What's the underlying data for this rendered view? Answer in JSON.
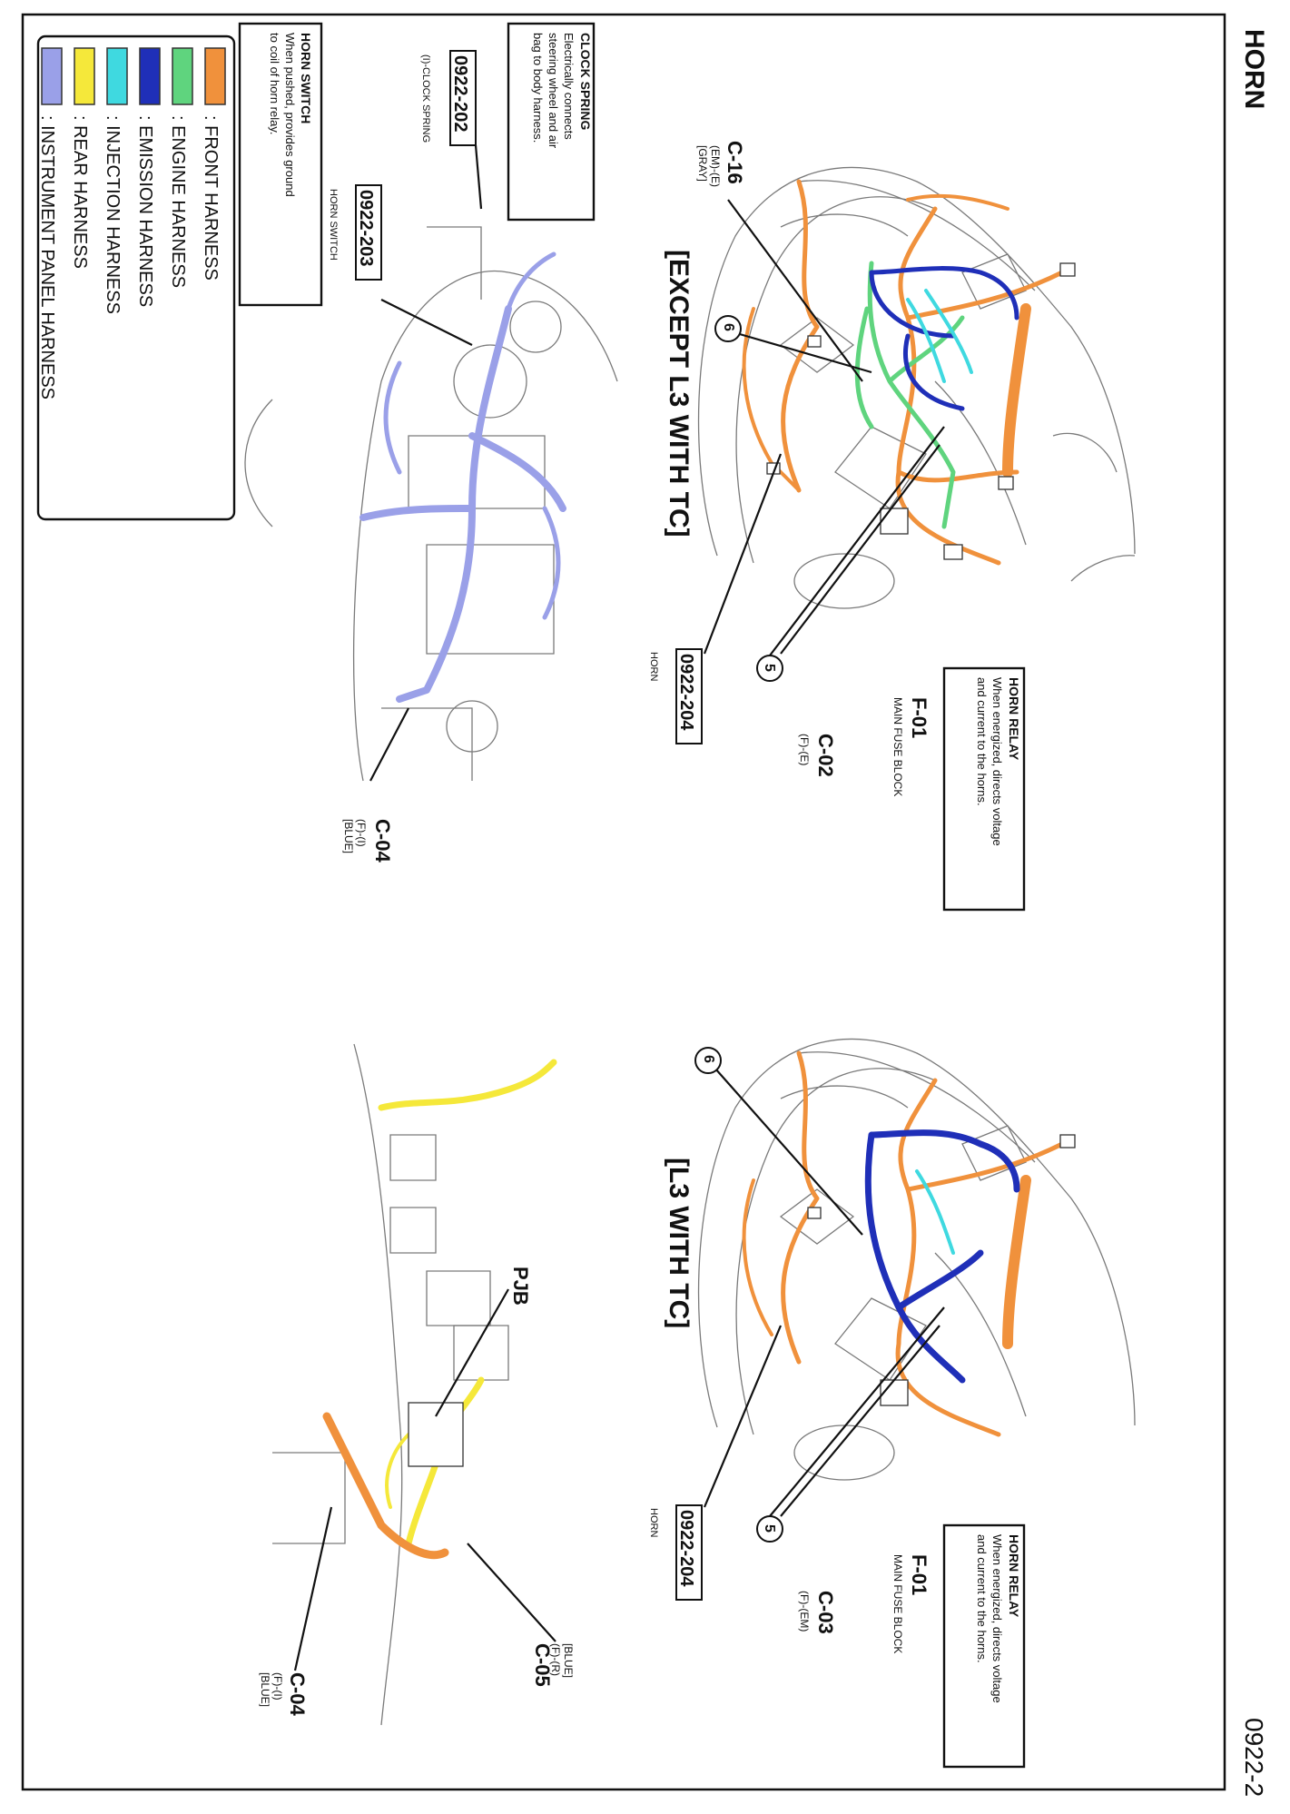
{
  "header": {
    "title": "HORN",
    "page": "0922-2"
  },
  "views": {
    "except": {
      "title": "[EXCEPT L3 WITH TC]"
    },
    "with": {
      "title": "[L3 WITH TC]"
    }
  },
  "notes": {
    "clock_spring": {
      "title": "CLOCK SPRING",
      "lines": [
        "Electrically connects",
        "steering wheel and air",
        "bag to body harness."
      ]
    },
    "horn_switch": {
      "title": "HORN SWITCH",
      "lines": [
        "When pushed, provides ground",
        "to coil of horn relay."
      ]
    },
    "horn_relay_1": {
      "title": "HORN RELAY",
      "lines": [
        "When energized, directs voltage",
        "and current to the horns."
      ]
    },
    "horn_relay_2": {
      "title": "HORN RELAY",
      "lines": [
        "When energized, directs voltage",
        "and current to the horns."
      ]
    }
  },
  "refs": {
    "r202": {
      "code": "0922-202",
      "label": "(I)-CLOCK SPRING"
    },
    "r203": {
      "code": "0922-203",
      "label": "HORN SWITCH"
    },
    "r204a": {
      "code": "0922-204",
      "label": "HORN"
    },
    "r204b": {
      "code": "0922-204",
      "label": "HORN"
    }
  },
  "connectors": {
    "c16": {
      "id": "C-16",
      "lines": [
        "(EM)-(E)",
        "[GRAY]"
      ]
    },
    "c02": {
      "id": "C-02",
      "lines": [
        "(F)-(E)"
      ]
    },
    "f01a": {
      "id": "F-01",
      "lines": [
        "MAIN FUSE BLOCK"
      ]
    },
    "c04a": {
      "id": "C-04",
      "lines": [
        "(F)-(I)",
        "[BLUE]"
      ]
    },
    "c03": {
      "id": "C-03",
      "lines": [
        "(F)-(EM)"
      ]
    },
    "f01b": {
      "id": "F-01",
      "lines": [
        "MAIN FUSE BLOCK"
      ]
    },
    "c05": {
      "id": "C-05",
      "lines": [
        "(F)-(R)",
        "[BLUE]"
      ]
    },
    "c04b": {
      "id": "C-04",
      "lines": [
        "(F)-(I)",
        "[BLUE]"
      ]
    },
    "pjb": {
      "id": "PJB"
    }
  },
  "callouts": {
    "six_a": "6",
    "five_a": "5",
    "six_b": "6",
    "five_b": "5"
  },
  "legend": [
    {
      "label": ": FRONT HARNESS",
      "color": "#f0913c"
    },
    {
      "label": ": ENGINE HARNESS",
      "color": "#5fd47e"
    },
    {
      "label": ": EMISSION HARNESS",
      "color": "#1f2fb8"
    },
    {
      "label": ": INJECTION HARNESS",
      "color": "#3fd9e0"
    },
    {
      "label": ": REAR HARNESS",
      "color": "#f5e83a"
    },
    {
      "label": ": INSTRUMENT PANEL HARNESS",
      "color": "#9aa0e8"
    }
  ]
}
